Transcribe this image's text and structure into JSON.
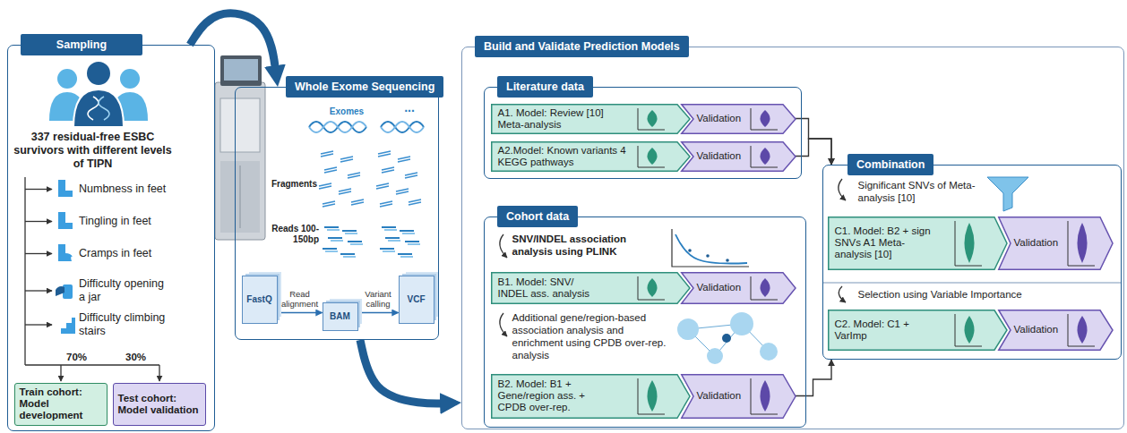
{
  "diagram": {
    "nodes": [
      {
        "text": [
          "Sampling",
          "337 residual-free ESBC survivors with different levels of TIPN"
        ]
      },
      {
        "text": [
          "Train cohort: Model development"
        ],
        "in": 0
      },
      {
        "text": [
          "Test cohort: Model validation"
        ],
        "in": 0
      },
      {
        "text": [
          "Whole Exome Sequencing"
        ]
      },
      {
        "text": [
          "FastQ"
        ],
        "in": 3
      },
      {
        "text": [
          "BAM"
        ],
        "in": 3
      },
      {
        "text": [
          "VCF"
        ],
        "in": 3
      },
      {
        "text": [
          "Build and Validate Prediction Models"
        ]
      },
      {
        "text": [
          "Literature data"
        ],
        "in": 7
      },
      {
        "text": [
          "A1. Model: Review [10] Meta-analysis"
        ],
        "in": 8
      },
      {
        "text": [
          "Validation"
        ],
        "in": 8
      },
      {
        "text": [
          "A2.Model: Known variants 4 KEGG pathways"
        ],
        "in": 8
      },
      {
        "text": [
          "Validation"
        ],
        "in": 8
      },
      {
        "text": [
          "Cohort data",
          "SNV/INDEL association analysis using PLINK",
          "Additional gene/region-based association analysis and enrichment using CPDB over-rep. analysis"
        ],
        "in": 7
      },
      {
        "text": [
          "B1. Model: SNV/ INDEL ass. analysis"
        ],
        "in": 13
      },
      {
        "text": [
          "Validation"
        ],
        "in": 13
      },
      {
        "text": [
          "B2. Model: B1 + Gene/region ass. + CPDB over-rep."
        ],
        "in": 13
      },
      {
        "text": [
          "Validation"
        ],
        "in": 13
      },
      {
        "text": [
          "Combination",
          "Significant SNVs of Meta-analysis [10]",
          "Selection using Variable Importance"
        ],
        "in": 7
      },
      {
        "text": [
          "C1. Model: B2 + sign SNVs A1 Meta-analysis [10]"
        ],
        "in": 18
      },
      {
        "text": [
          "Validation"
        ],
        "in": 18
      },
      {
        "text": [
          "C2. Model: C1 + VarImp"
        ],
        "in": 18
      },
      {
        "text": [
          "Validation"
        ],
        "in": 18
      }
    ],
    "edges": [
      {
        "from": 0,
        "to": 3,
        "arrow": "to"
      },
      {
        "from": 3,
        "to": 7,
        "arrow": "to"
      },
      {
        "from": 4,
        "to": 5,
        "label": "Read alignment",
        "arrow": "to"
      },
      {
        "from": 5,
        "to": 6,
        "label": "Variant calling",
        "arrow": "to"
      },
      {
        "from": 10,
        "to": 18,
        "arrow": "to"
      },
      {
        "from": 12,
        "to": 18,
        "arrow": "to"
      },
      {
        "from": 17,
        "to": 18,
        "arrow": "to"
      }
    ],
    "labels": [
      "Numbness in feet",
      "Tingling in feet",
      "Cramps in feet",
      "Difficulty opening a jar",
      "Difficulty climbing stairs",
      "70%",
      "30%",
      "Exomes",
      "...",
      "Fragments",
      "Reads 100-150bp"
    ]
  }
}
